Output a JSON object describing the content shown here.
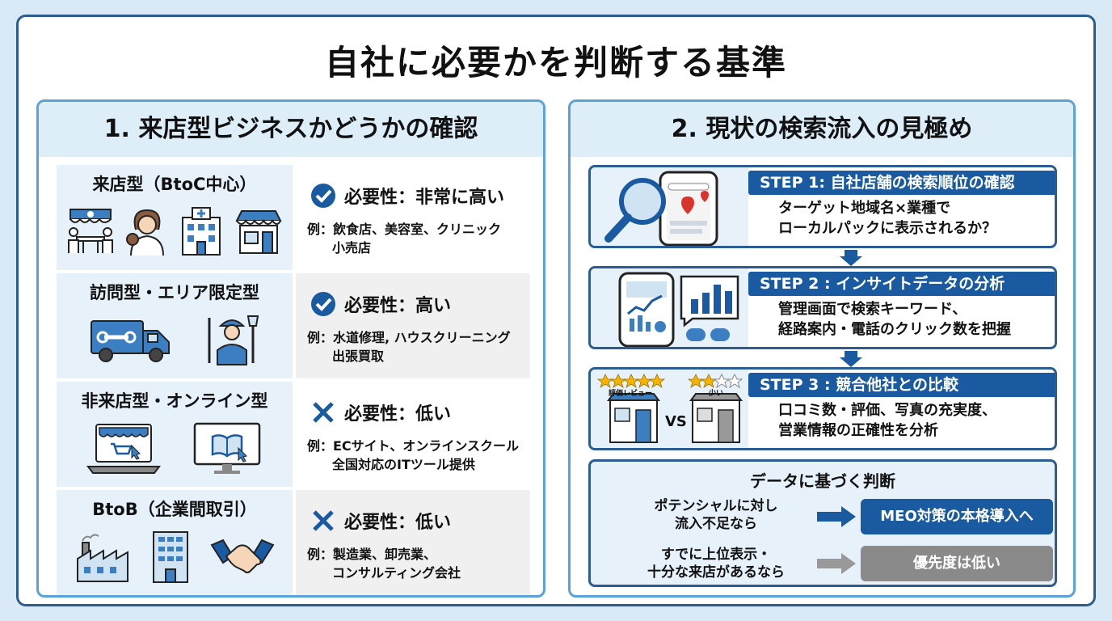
{
  "main_title": "自社に必要かを判断する基準",
  "left": {
    "heading": "1. 来店型ビジネスかどうかの確認",
    "rows": [
      {
        "title": "来店型（BtoC中心）",
        "need": "必要性：非常に高い",
        "mark": "check",
        "examples": [
          "例：飲食店、美容室、クリニック",
          "小売店"
        ]
      },
      {
        "title": "訪問型・エリア限定型",
        "need": "必要性：高い",
        "mark": "check",
        "examples": [
          "例：水道修理, ハウスクリーニング",
          "出張買取"
        ]
      },
      {
        "title": "非来店型・オンライン型",
        "need": "必要性：低い",
        "mark": "cross",
        "examples": [
          "例：ECサイト、オンラインスクール",
          "全国対応のITツール提供"
        ]
      },
      {
        "title": "BtoB（企業間取引）",
        "need": "必要性：低い",
        "mark": "cross",
        "examples": [
          "例：製造業、卸売業、",
          "コンサルティング会社"
        ]
      }
    ]
  },
  "right": {
    "heading": "2. 現状の検索流入の見極め",
    "steps": [
      {
        "title": "STEP 1: 自社店舗の検索順位の確認",
        "body": [
          "ターゲット地域名×業種で",
          "ローカルパックに表示されるか？"
        ]
      },
      {
        "title": "STEP 2 : インサイトデータの分析",
        "body": [
          "管理画面で検索キーワード、",
          "経路案内・電話のクリック数を把握"
        ]
      },
      {
        "title": "STEP 3 : 競合他社との比較",
        "body": [
          "口コミ数・評価、写真の充実度、",
          "営業情報の正確性を分析"
        ]
      }
    ],
    "step3_labels": {
      "left": "評価レビュー",
      "right": "少い",
      "vs": "VS"
    },
    "judgement": {
      "title": "データに基づく判断",
      "cases": [
        {
          "condition": [
            "ポテンシャルに対し",
            "流入不足なら"
          ],
          "result": "MEO対策の本格導入へ"
        },
        {
          "condition": [
            "すでに上位表示・",
            "十分な来店があるなら"
          ],
          "result": "優先度は低い"
        }
      ]
    }
  },
  "colors": {
    "navy": "#1a5aa0",
    "border": "#2b5d93",
    "light": "#e6f1fa",
    "gray": "#8a8a8a"
  }
}
